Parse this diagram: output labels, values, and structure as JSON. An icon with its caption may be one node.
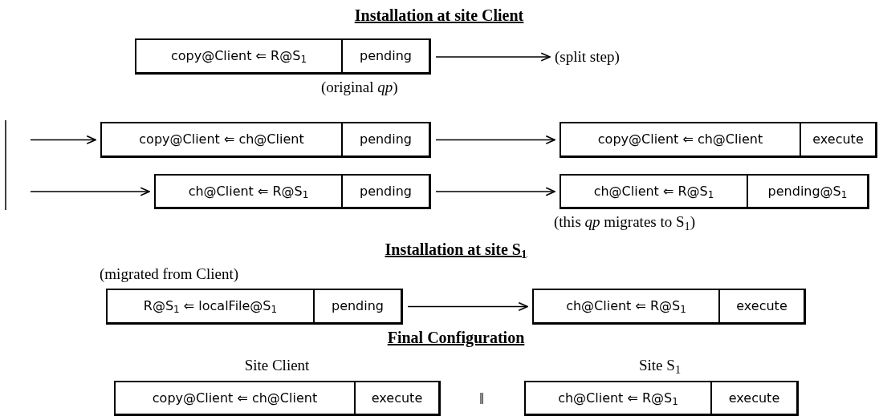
{
  "diagram": {
    "nodes": [
      {
        "text": [
          "copy@Client ⇐ R@S$_{1}$",
          "pending"
        ],
        "beside": [
          "(original *qp*)"
        ]
      },
      {
        "text": [
          "(split step)"
        ]
      },
      {
        "text": [
          "copy@Client ⇐ ch@Client",
          "pending"
        ]
      },
      {
        "text": [
          "copy@Client ⇐ ch@Client",
          "execute"
        ]
      },
      {
        "text": [
          "ch@Client ⇐ R@S$_{1}$",
          "pending"
        ]
      },
      {
        "text": [
          "ch@Client ⇐ R@S$_{1}$",
          "pending@S$_{1}$"
        ],
        "beside": [
          "(this *qp* migrates to S$_{1}$)"
        ]
      },
      {
        "text": [
          "R@S$_{1}$ ⇐ localFile@S$_{1}$",
          "pending"
        ],
        "beside": [
          "(migrated from Client)"
        ]
      },
      {
        "text": [
          "ch@Client ⇐ R@S$_{1}$",
          "execute"
        ]
      },
      {
        "text": [
          "copy@Client ⇐ ch@Client",
          "execute"
        ]
      },
      {
        "text": [
          "ch@Client ⇐ R@S$_{1}$",
          "execute"
        ]
      }
    ],
    "edges": [
      {
        "from": 0,
        "to": 1,
        "arrow": "to"
      },
      {
        "from": null,
        "to": 2,
        "arrow": "to"
      },
      {
        "from": 2,
        "to": 3,
        "arrow": "to"
      },
      {
        "from": null,
        "to": 4,
        "arrow": "to"
      },
      {
        "from": 4,
        "to": 5,
        "arrow": "to"
      },
      {
        "from": 6,
        "to": 7,
        "arrow": "to"
      }
    ],
    "labels": [
      "Installation at site Client",
      "Installation at site S$_{1}$",
      "Final Configuration",
      "Site Client",
      "Site S$_{1}$",
      "‖"
    ]
  }
}
